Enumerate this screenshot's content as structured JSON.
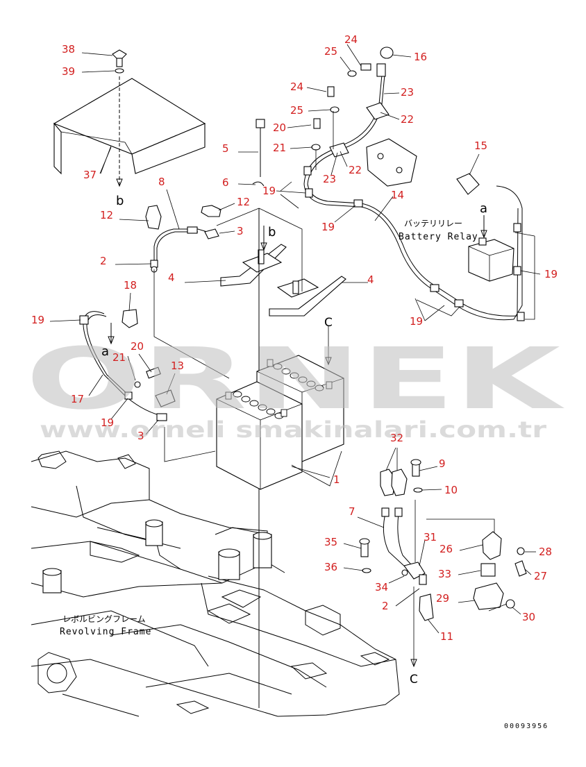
{
  "callouts": [
    "38",
    "39",
    "37",
    "5",
    "6",
    "8",
    "12",
    "12",
    "3",
    "2",
    "4",
    "4",
    "18",
    "19",
    "21",
    "20",
    "13",
    "17",
    "19",
    "3",
    "1",
    "24",
    "25",
    "16",
    "24",
    "23",
    "25",
    "22",
    "20",
    "21",
    "22",
    "23",
    "19",
    "19",
    "14",
    "15",
    "19",
    "19",
    "32",
    "9",
    "10",
    "7",
    "31",
    "26",
    "28",
    "35",
    "27",
    "36",
    "33",
    "34",
    "2",
    "29",
    "30",
    "11"
  ],
  "direction_letters": {
    "b_upper": "b",
    "b_lower": "b",
    "a_upper": "a",
    "a_lower": "a",
    "c_upper": "C",
    "c_lower": "C"
  },
  "labels": {
    "battery_relay_jp": "バッテリリレー",
    "battery_relay_en": "Battery Relay",
    "revolving_frame_jp": "レボルビングフレーム",
    "revolving_frame_en": "Revolving Frame",
    "drawing_number": "00093956"
  },
  "watermark": {
    "brand": "ORNEK",
    "url": "www.orneli smakinalari.com.tr"
  }
}
